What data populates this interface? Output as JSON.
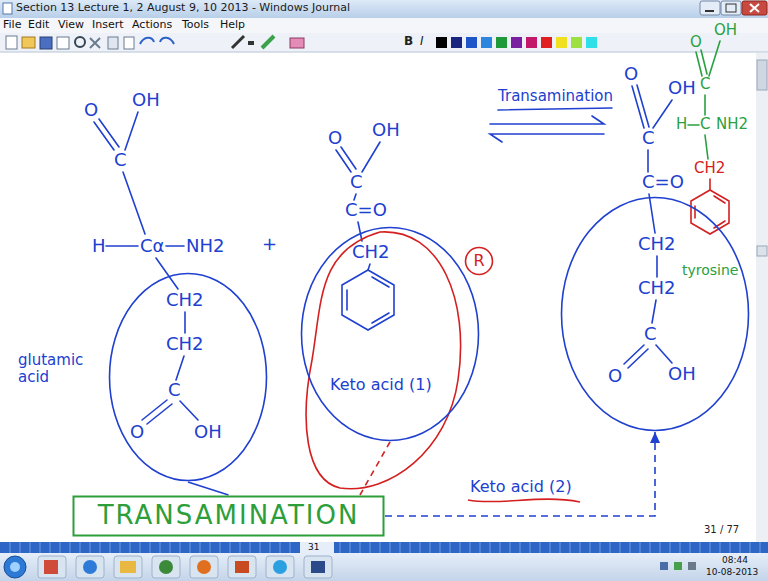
{
  "diagram": {
    "nodes": [
      {
        "text": [
          "CH2",
          "CH2",
          "C",
          "O",
          "OH"
        ]
      },
      {
        "text": [
          "Keto acid (1)"
        ]
      },
      {
        "text": [
          "R"
        ]
      },
      {
        "text": [
          "CH2",
          "CH2",
          "C",
          "O",
          "OH"
        ]
      },
      {
        "text": [
          "TRANSAMINATION"
        ]
      }
    ],
    "edges": [
      {
        "from": 0,
        "to": 4,
        "arrow": "none"
      },
      {
        "from": 4,
        "to": 1,
        "arrow": "none"
      },
      {
        "from": 4,
        "to": 3,
        "arrow": "to"
      }
    ],
    "labels": [
      "Section 13 Lecture 1, 2 August 9, 10 2013 - Windows Journal",
      "File",
      "Edit",
      "View",
      "Insert",
      "Actions",
      "Tools",
      "Help",
      "B",
      "I",
      "O",
      "OH",
      "C",
      "H",
      "Cα",
      "NH2",
      "+",
      "glutamic acid",
      "O",
      "OH",
      "C",
      "C=O",
      "CH2",
      "Transamination",
      "O",
      "OH",
      "C",
      "C=O",
      "O",
      "OH",
      "C",
      "H",
      "C",
      "NH2",
      "CH2",
      "tyrosine",
      "Keto acid (2)",
      "31",
      "31 / 77",
      "08:44",
      "10-08-2013"
    ]
  }
}
